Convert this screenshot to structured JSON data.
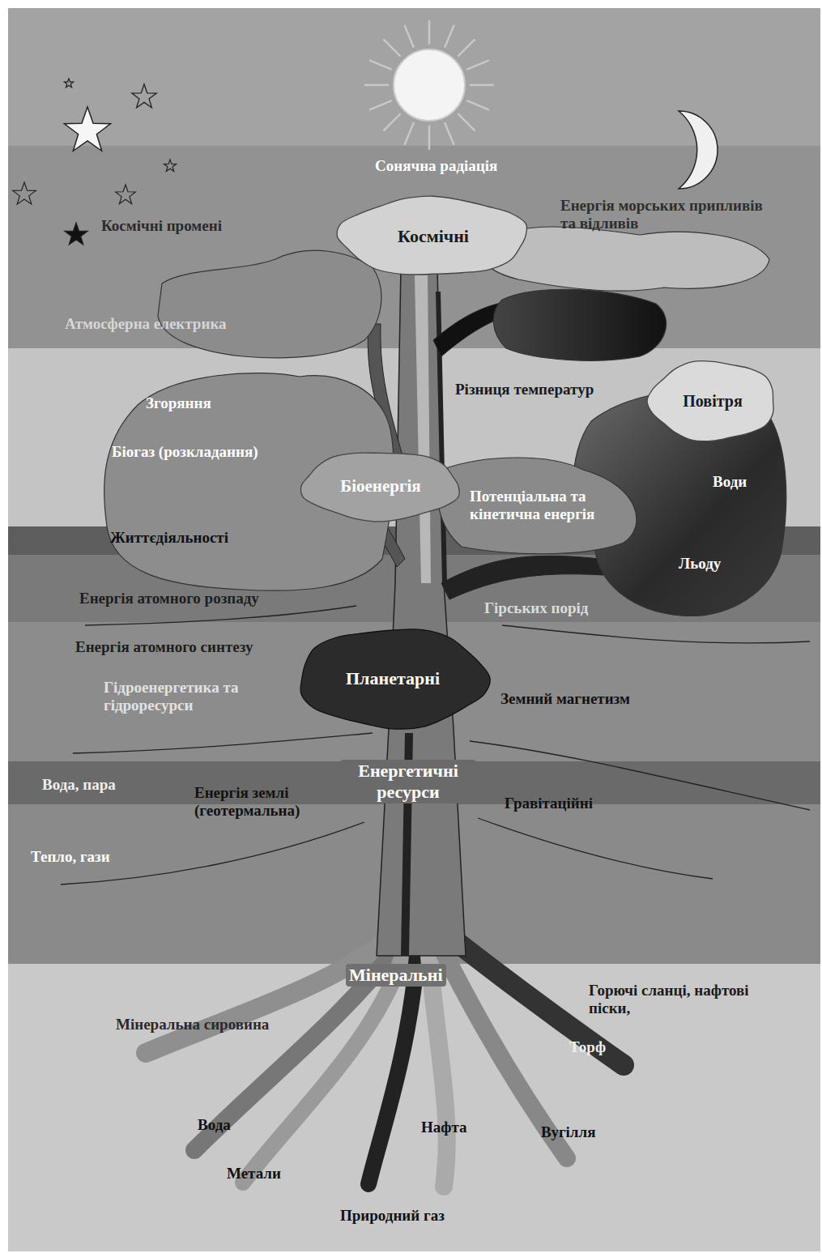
{
  "diagram": {
    "nodes": [
      {
        "text": [
          "Космічні"
        ]
      },
      {
        "text": [
          "Повітря"
        ]
      },
      {
        "text": [
          "Біоенергія"
        ]
      },
      {
        "text": [
          "Планетарні"
        ]
      }
    ],
    "labels": [
      "Сонячна радіація",
      "Космічні промені",
      "Енергія морських припливів та відливів",
      "Атмосферна електрика",
      "Різниця температур",
      "Згоряння",
      "Біогаз (розкладання)",
      "Потенціальна та кінетична енергія",
      "Води",
      "Життєдіяльності",
      "Льоду",
      "Енергія атомного розпаду",
      "Гірських порід",
      "Енергія атомного синтезу",
      "Гідроенергетика та гідроресурси",
      "Земний магнетизм",
      "Енергетичні ресурси",
      "Вода, пара",
      "Енергія землі (геотермальна)",
      "Гравітаційні",
      "Тепло, гази",
      "Мінеральні",
      "Мінеральна сировина",
      "Горючі сланці, нафтові піски,",
      "Торф",
      "Вода",
      "Нафта",
      "Вугілля",
      "Метали",
      "Природний газ"
    ]
  }
}
